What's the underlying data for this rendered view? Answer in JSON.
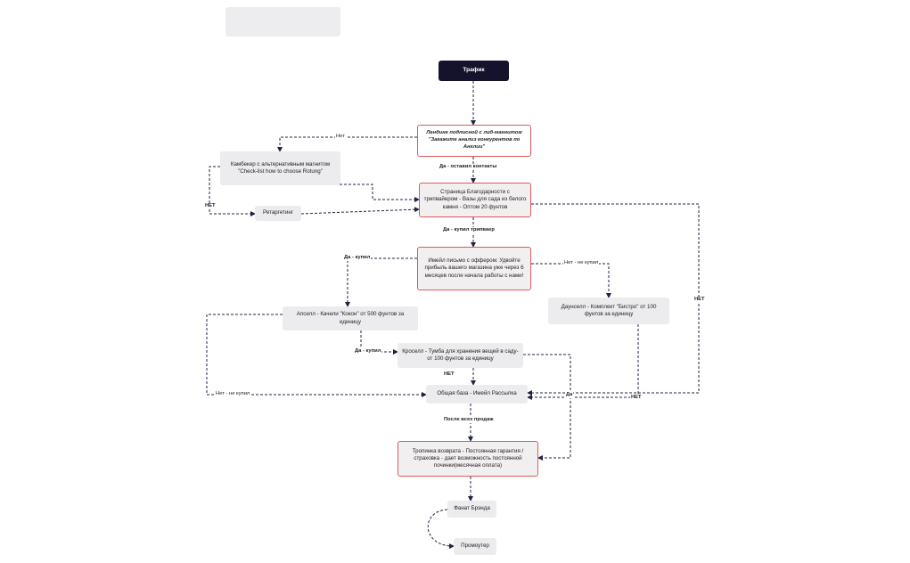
{
  "nodes": {
    "traffic": "Трафик",
    "landing": "Лендинг подписной с  лид-магнитом \"Закажите анализ конкурентов по Англии\"",
    "cambacker": "Камбекер с альтернативным магнитом \"Check-list  how to choose Rotung\"",
    "thanks": "Страница Благодарности с трипвайером - Вазы для сада из белого камня - Оптом 20 фунтов",
    "retargeting": "Ретаргетинг",
    "email_offer": "Имейл письмо с оффером: Удвойте прибыль вашего магазина уже через 6 месяцев после начала работы с нами!",
    "upsell": "Апселл - Качели \"Кокон\" от 500 фунтов за единицу",
    "downsell": "Даунселл - Комплект \"Бистро\" от 100 фунтов за единицу",
    "crossell": "Кроселл - Тумба для хранения вещей в саду- от 100 фунтов за единицу",
    "base": "Общая база - Имейл Рассылка",
    "return_path": "Тропинка возврата - Постоянная гарантия / страховка - дает возможность постоянной починки(месячная оплата)",
    "fan": "Фанат Брэнда",
    "promoter": "Промоутер"
  },
  "edge_labels": {
    "net_landing": "Нет",
    "da_contacts": "Да - оставил контакты",
    "net_cambacker": "НЕТ",
    "da_tripwire": "Да - купил трипваер",
    "da_kupil_1": "Да - купил",
    "net_ne_kupil_1": "Нет - не купил",
    "net_right": "НЕТ",
    "da_kupil_2": "Да - купил",
    "net_crossell": "НЕТ",
    "net_ne_kupil_2": "Нет - не купил",
    "da_right": "Да",
    "net_bottom": "НЕТ",
    "after_sales": "После всех продаж"
  },
  "colors": {
    "node_border_red": "#e05a5a",
    "node_gray": "#ecebee",
    "node_dark": "#14132b",
    "edge": "#1f2444"
  }
}
